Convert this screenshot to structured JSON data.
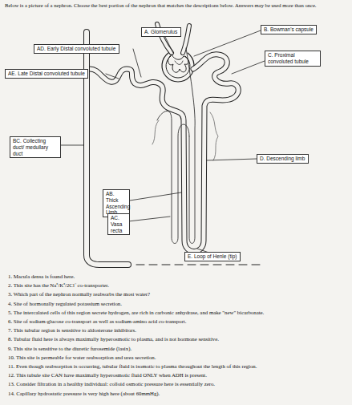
{
  "diagram": {
    "nodes": [
      {
        "text": [
          "A. Glomerulus"
        ]
      },
      {
        "text": [
          "B. Bowman's capsule"
        ]
      },
      {
        "text": [
          "AD. Early Distal convoluted tubule"
        ]
      },
      {
        "text": [
          "C. Proximal convoluted tubule"
        ]
      },
      {
        "text": [
          "AE. Late Distal convoluted tubule"
        ]
      },
      {
        "text": [
          "BC. Collecting duct/ medullary duct"
        ]
      },
      {
        "text": [
          "D. Descending limb"
        ]
      },
      {
        "text": [
          "AB. Thick Ascending Limb"
        ]
      },
      {
        "text": [
          "AC. Vasa recta"
        ]
      },
      {
        "text": [
          "E. Loop of Henle (tip)"
        ]
      }
    ],
    "labels": [
      "Below is a picture of a nephron. Choose the best portion of the nephron that matches the descriptions below. Answers may be used more than once.",
      "1. Macula densa is found here.",
      "2. This site has the Na⁺/K⁺/2Cl⁻ co-transporter.",
      "3. Which part of the nephron normally reabsorbs the most water?",
      "4. Site of hormonally regulated potassium secretion.",
      "5. The intercalated cells of this region secrete hydrogen, are rich in carbonic anhydrase, and make \"new\" bicarbonate.",
      "6. Site of sodium-glucose co-transport as well as sodium-amino acid co-transport.",
      "7. This tubular region is sensitive to aldosterone inhibitors.",
      "8. Tubular fluid here is always maximally hyperosmotic to plasma, and is not hormone sensitive.",
      "9. This site is sensitive to the diuretic furosemide (lasix).",
      "10. This site is permeable for water reabsorption and urea secretion.",
      "11. Even though reabsorption is occurring, tubular fluid is isomotic to plasma throughout the length of this region.",
      "12. This tubule site CAN have maximally hyperosmotic fluid ONLY when ADH is present.",
      "13. Consider filtration in a healthy individual: colloid osmotic pressure here is essentially zero.",
      "14. Capillary hydrostatic pressure is very high here (about 60mmHg)."
    ]
  }
}
